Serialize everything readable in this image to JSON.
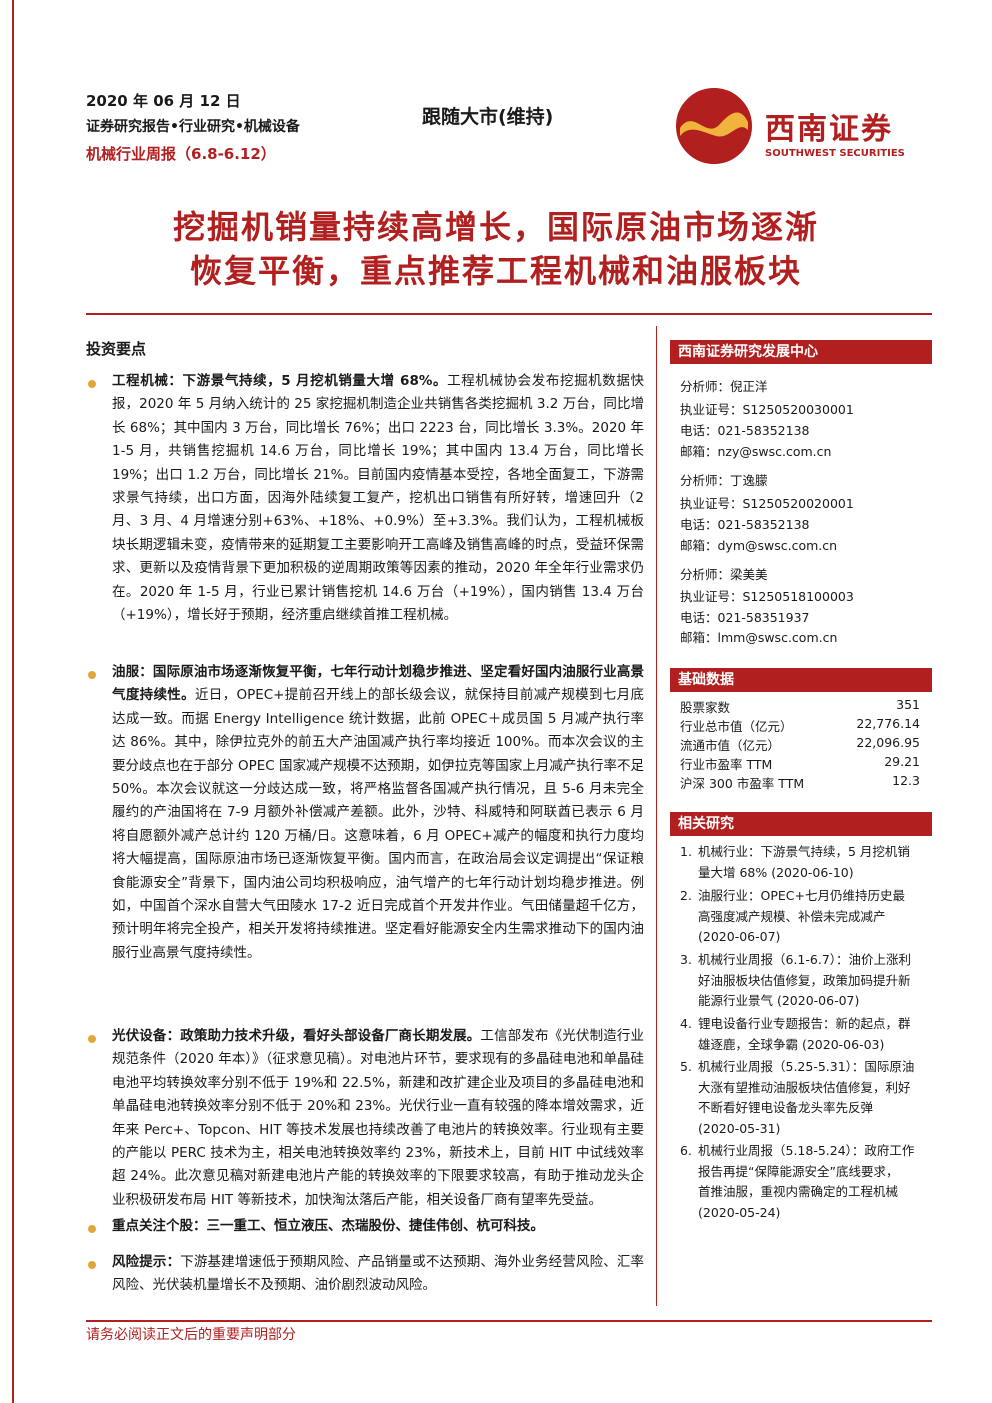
{
  "header": {
    "date": "2020 年 06 月 12 日",
    "category": "证券研究报告•行业研究•机械设备",
    "weekly": "机械行业周报（6.8-6.12）",
    "rating": "跟随大市(维持)",
    "logo_cn": "西南证券",
    "logo_en": "SOUTHWEST SECURITIES"
  },
  "title": {
    "line1": "挖掘机销量持续高增长，国际原油市场逐渐",
    "line2": "恢复平衡，重点推荐工程机械和油服板块"
  },
  "invest": {
    "label": "投资要点",
    "points": [
      {
        "lead": "工程机械：下游景气持续，5 月挖机销量大增 68%。",
        "body": "工程机械协会发布挖掘机数据快报，2020 年 5 月纳入统计的 25 家挖掘机制造企业共销售各类挖掘机 3.2 万台，同比增长 68%；其中国内 3 万台，同比增长 76%；出口 2223 台，同比增长 3.3%。2020 年 1-5 月，共销售挖掘机 14.6 万台，同比增长 19%；其中国内 13.4 万台，同比增长 19%；出口 1.2 万台，同比增长 21%。目前国内疫情基本受控，各地全面复工，下游需求景气持续，出口方面，因海外陆续复工复产，挖机出口销售有所好转，增速回升（2 月、3 月、4 月增速分别+63%、+18%、+0.9%）至+3.3%。我们认为，工程机械板块长期逻辑未变，疫情带来的延期复工主要影响开工高峰及销售高峰的时点，受益环保需求、更新以及疫情背景下更加积极的逆周期政策等因素的推动，2020 年全年行业需求仍在。2020 年 1-5 月，行业已累计销售挖机 14.6 万台（+19%），国内销售 13.4 万台（+19%），增长好于预期，经济重启继续首推工程机械。"
      },
      {
        "lead": "油服：国际原油市场逐渐恢复平衡，七年行动计划稳步推进、坚定看好国内油服行业高景气度持续性。",
        "body": "近日，OPEC+提前召开线上的部长级会议，就保持目前减产规模到七月底达成一致。而据 Energy Intelligence 统计数据，此前 OPEC＋成员国 5 月减产执行率达 86%。其中，除伊拉克外的前五大产油国减产执行率均接近 100%。而本次会议的主要分歧点也在于部分 OPEC 国家减产规模不达预期，如伊拉克等国家上月减产执行率不足 50%。本次会议就这一分歧达成一致，将严格监督各国减产执行情况，且 5-6 月未完全履约的产油国将在 7-9 月额外补偿减产差额。此外，沙特、科威特和阿联酋已表示 6 月将自愿额外减产总计约 120 万桶/日。这意味着，6 月 OPEC+减产的幅度和执行力度均将大幅提高，国际原油市场已逐渐恢复平衡。国内而言，在政治局会议定调提出“保证粮食能源安全”背景下，国内油公司均积极响应，油气增产的七年行动计划均稳步推进。例如，中国首个深水自营大气田陵水 17-2 近日完成首个开发井作业。气田储量超千亿方，预计明年将完全投产，相关开发将持续推进。坚定看好能源安全内生需求推动下的国内油服行业高景气度持续性。"
      },
      {
        "lead": "光伏设备：政策助力技术升级，看好头部设备厂商长期发展。",
        "body": "工信部发布《光伏制造行业规范条件（2020 年本）》（征求意见稿）。对电池片环节，要求现有的多晶硅电池和单晶硅电池平均转换效率分别不低于 19%和 22.5%，新建和改扩建企业及项目的多晶硅电池和单晶硅电池转换效率分别不低于 20%和 23%。光伏行业一直有较强的降本增效需求，近年来 Perc+、Topcon、HIT 等技术发展也持续改善了电池片的转换效率。行业现有主要的产能以 PERC 技术为主，相关电池转换效率约 23%，新技术上，目前 HIT 中试线效率超 24%。此次意见稿对新建电池片产能的转换效率的下限要求较高，有助于推动龙头企业积极研发布局 HIT 等新技术，加快淘汰落后产能，相关设备厂商有望率先受益。"
      },
      {
        "lead": "重点关注个股：三一重工、恒立液压、杰瑞股份、捷佳伟创、杭可科技。",
        "body": ""
      },
      {
        "lead": "风险提示：",
        "body": "下游基建增速低于预期风险、产品销量或不达预期、海外业务经营风险、汇率风险、光伏装机量增长不及预期、油价剧烈波动风险。"
      }
    ]
  },
  "research_center": {
    "label": "西南证券研究发展中心",
    "analysts": [
      {
        "name": "分析师：倪正洋",
        "license": "执业证号：S1250520030001",
        "phone": "电话：021-58352138",
        "email": "邮箱：nzy@swsc.com.cn"
      },
      {
        "name": "分析师：丁逸朦",
        "license": "执业证号：S1250520020001",
        "phone": "电话：021-58352138",
        "email": "邮箱：dym@swsc.com.cn"
      },
      {
        "name": "分析师：梁美美",
        "license": "执业证号：S1250518100003",
        "phone": "电话：021-58351937",
        "email": "邮箱：lmm@swsc.com.cn"
      }
    ]
  },
  "basic_data": {
    "label": "基础数据",
    "rows": [
      {
        "k": "股票家数",
        "v": "351"
      },
      {
        "k": "行业总市值（亿元）",
        "v": "22,776.14"
      },
      {
        "k": "流通市值（亿元）",
        "v": "22,096.95"
      },
      {
        "k": "行业市盈率 TTM",
        "v": "29.21"
      },
      {
        "k": "沪深 300 市盈率 TTM",
        "v": "12.3"
      }
    ]
  },
  "related": {
    "label": "相关研究",
    "items": [
      {
        "n": "1.",
        "lines": [
          "机械行业：下游景气持续，5 月挖机销",
          "量大增 68%   (2020-06-10)"
        ]
      },
      {
        "n": "2.",
        "lines": [
          "油服行业：OPEC+七月仍维持历史最",
          "高强度减产规模、补偿未完成减产",
          "(2020-06-07)"
        ]
      },
      {
        "n": "3.",
        "lines": [
          "机械行业周报（6.1-6.7）：油价上涨利",
          "好油服板块估值修复，政策加码提升新",
          "能源行业景气   (2020-06-07)"
        ]
      },
      {
        "n": "4.",
        "lines": [
          "锂电设备行业专题报告：新的起点，群",
          "雄逐鹿，全球争霸   (2020-06-03)"
        ]
      },
      {
        "n": "5.",
        "lines": [
          "机械行业周报（5.25-5.31）：国际原油",
          "大涨有望推动油服板块估值修复，利好",
          "不断看好锂电设备龙头率先反弹",
          "(2020-05-31)"
        ]
      },
      {
        "n": "6.",
        "lines": [
          "机械行业周报（5.18-5.24）：政府工作",
          "报告再提“保障能源安全”底线要求，",
          "首推油服，重视内需确定的工程机械",
          "(2020-05-24)"
        ]
      }
    ]
  },
  "footer": {
    "text": "请务必阅读正文后的重要声明部分"
  },
  "colors": {
    "brand": "#b11f1f",
    "bullet": "#e0a63c"
  }
}
